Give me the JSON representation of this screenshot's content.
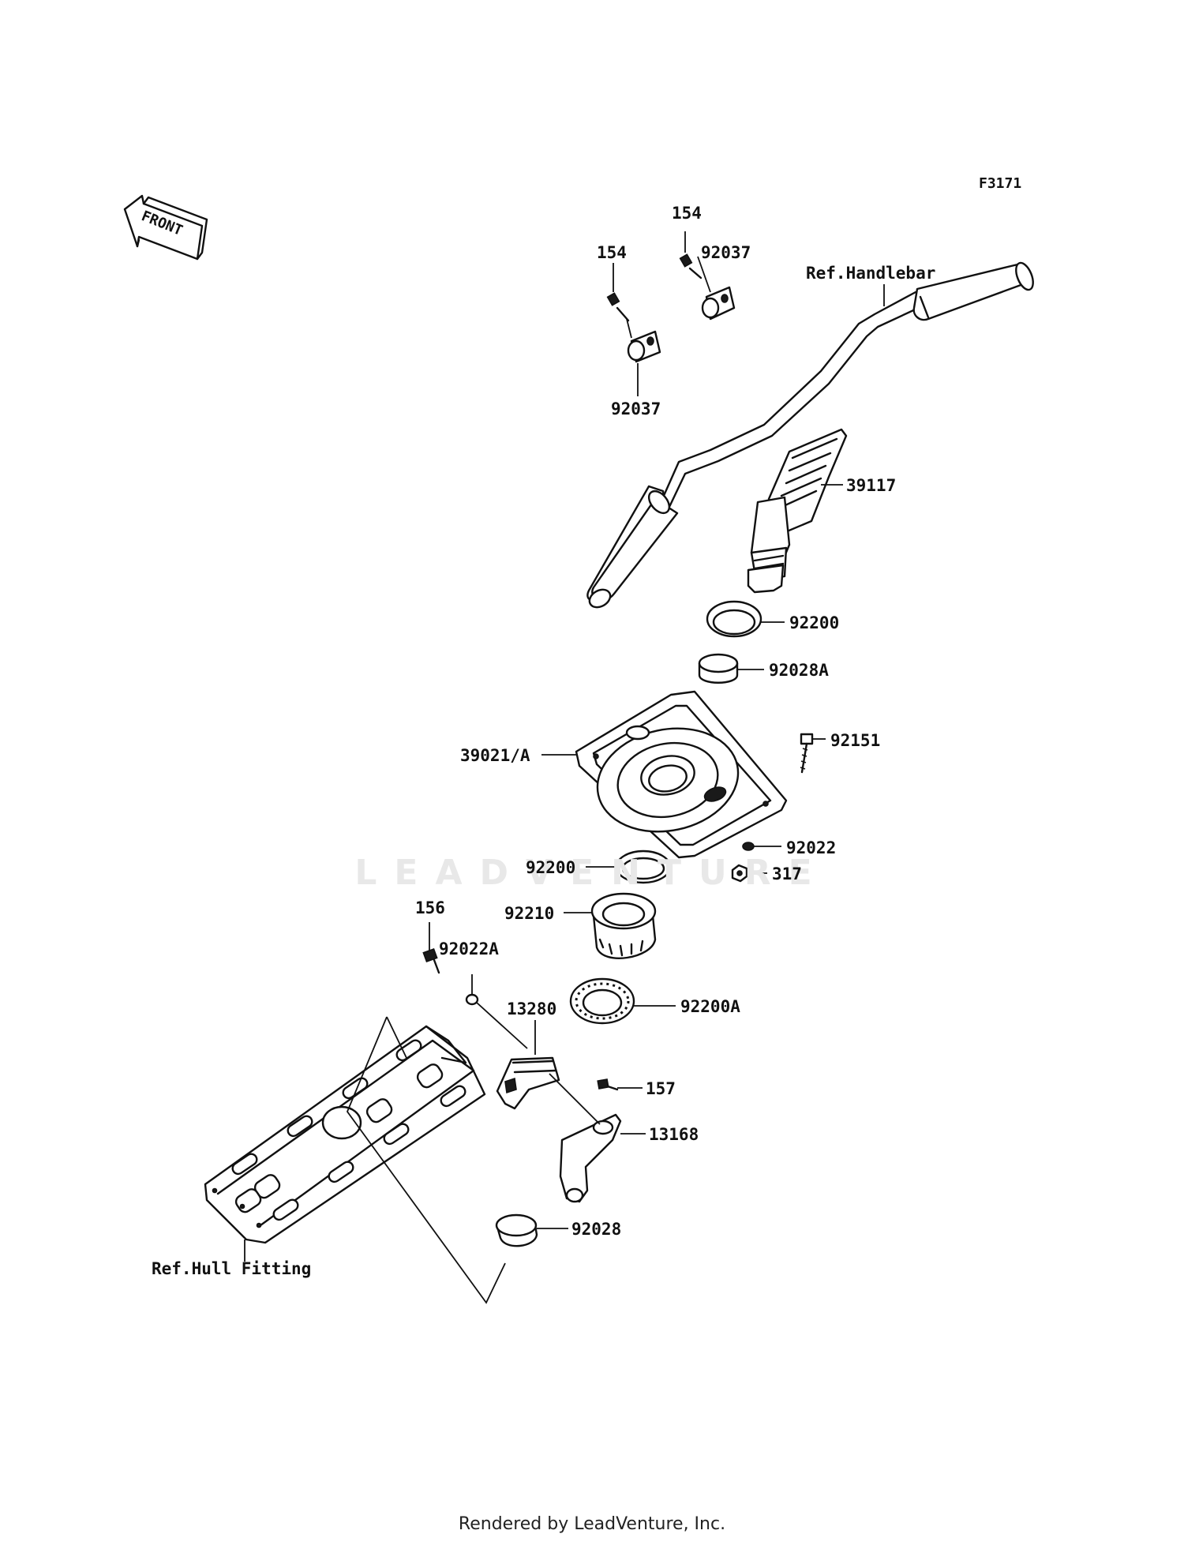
{
  "figure_code": "F3171",
  "front_label": "FRONT",
  "watermark": "LEADVENTURE",
  "footer": "Rendered by LeadVenture, Inc.",
  "labels": {
    "bolt_154_a": "154",
    "bolt_154_b": "154",
    "clamp_92037_a": "92037",
    "clamp_92037_b": "92037",
    "ref_handlebar": "Ref.Handlebar",
    "cable_39117": "39117",
    "ring_92200_top": "92200",
    "collar_92028A": "92028A",
    "bolt_92151": "92151",
    "cover_39021A": "39021/A",
    "washer_92022": "92022",
    "ring_92200_mid": "92200",
    "nut_317": "317",
    "bushing_92210": "92210",
    "bolt_156": "156",
    "washer_92022A": "92022A",
    "plate_92200A": "92200A",
    "holder_13280": "13280",
    "bolt_157": "157",
    "lever_13168": "13168",
    "cap_92028": "92028",
    "ref_hull_fitting": "Ref.Hull Fitting"
  }
}
